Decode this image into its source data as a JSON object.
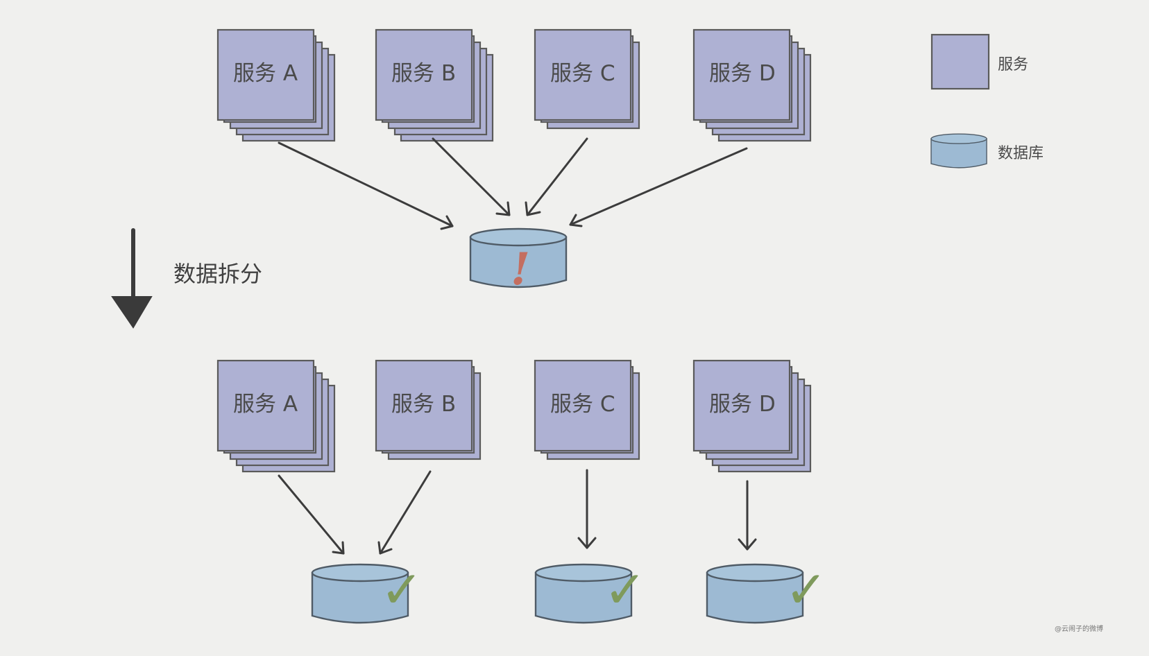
{
  "top_services": [
    {
      "label": "服务 A"
    },
    {
      "label": "服务 B"
    },
    {
      "label": "服务 C"
    },
    {
      "label": "服务 D"
    }
  ],
  "bottom_services": [
    {
      "label": "服务 A"
    },
    {
      "label": "服务 B"
    },
    {
      "label": "服务 C"
    },
    {
      "label": "服务 D"
    }
  ],
  "shared_database": {
    "status_mark": "!"
  },
  "split_databases": [
    {
      "status_mark": "✓"
    },
    {
      "status_mark": "✓"
    },
    {
      "status_mark": "✓"
    }
  ],
  "legend": {
    "service_label": "服务",
    "database_label": "数据库"
  },
  "transition": {
    "label": "数据拆分"
  },
  "watermark": "@云闹子的微博",
  "colors": {
    "service_fill": "#aeb1d3",
    "database_fill": "#9dbad3",
    "warning_mark": "#c46e60",
    "ok_mark": "#7f9a5c"
  }
}
